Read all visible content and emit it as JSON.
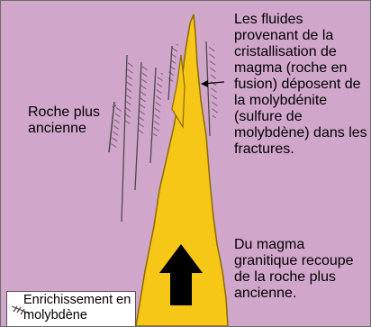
{
  "labels": {
    "old_rock": "Roche plus ancienne",
    "fluids_explanation": "Les fluides provenant de la cristallisation de magma (roche en fusion) déposent de la molybdénite (sulfure de molybdène) dans les fractures.",
    "magma_explanation": "Du magma granitique recoupe de la roche plus ancienne.",
    "legend": "Enrichissement en molybdène"
  },
  "colors": {
    "background_rock": "#d1a6cb",
    "magma": "#f7c718",
    "magma_outline": "#8a6a00",
    "fracture_line": "#4a4a4a",
    "molybdenite_marks": "#5b3a52",
    "arrow": "#000000"
  },
  "icons": {
    "arrow": "up-arrow-icon",
    "legend_swatch": "hatched-fracture-icon"
  }
}
